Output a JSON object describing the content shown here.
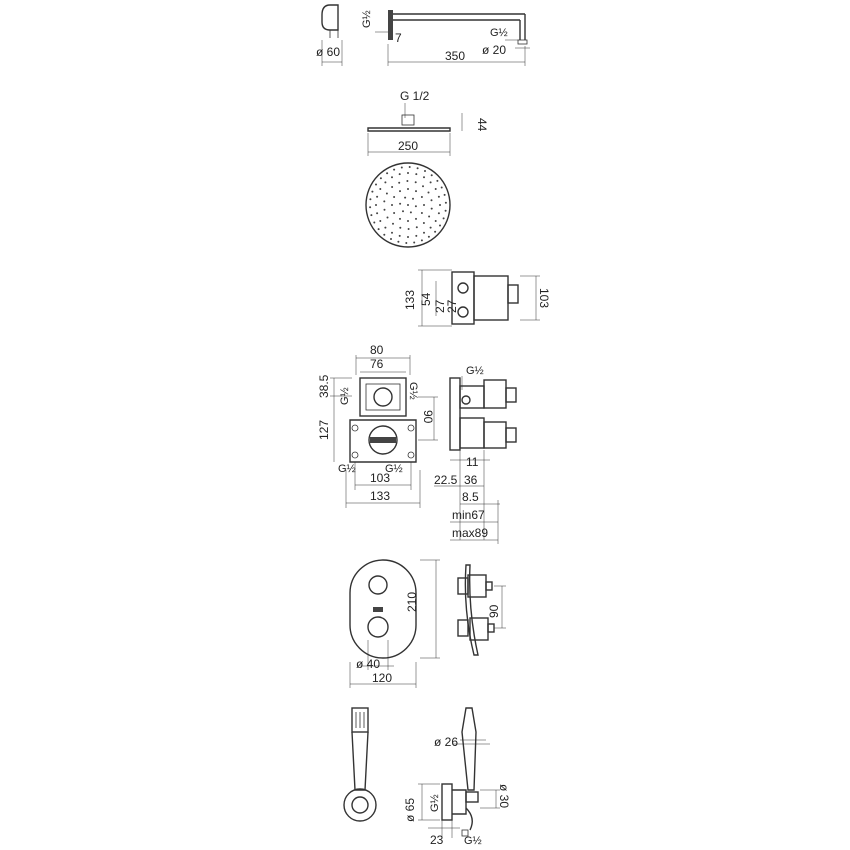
{
  "arm": {
    "d_flange": "ø 60",
    "g_top": "G½",
    "d7": "7",
    "g_end": "G½",
    "d_arm": "ø 20",
    "length": "350"
  },
  "head": {
    "g": "G 1/2",
    "h": "44",
    "w": "250"
  },
  "valve_side": {
    "h133": "133",
    "h54": "54",
    "h27a": "27",
    "h27b": "27",
    "h103": "103"
  },
  "valve_front": {
    "w80": "80",
    "w76": "76",
    "h38": "38.5",
    "h127": "127",
    "g_l": "G½",
    "g_r": "G½",
    "h90": "90",
    "g_bl": "G½",
    "g_br": "G½",
    "w103": "103",
    "w133": "133"
  },
  "valve_prof": {
    "g_top": "G½",
    "d11": "11",
    "d22": "22.5",
    "d36": "36",
    "d8": "8.5",
    "min": "min67",
    "max": "max89"
  },
  "plate": {
    "h210": "210",
    "d40": "ø 40",
    "w120": "120",
    "h90": "90"
  },
  "hand": {
    "d26": "ø 26",
    "d65": "ø 65",
    "g_mid": "G½",
    "d30": "ø 30",
    "d23": "23",
    "g_bot": "G½"
  }
}
